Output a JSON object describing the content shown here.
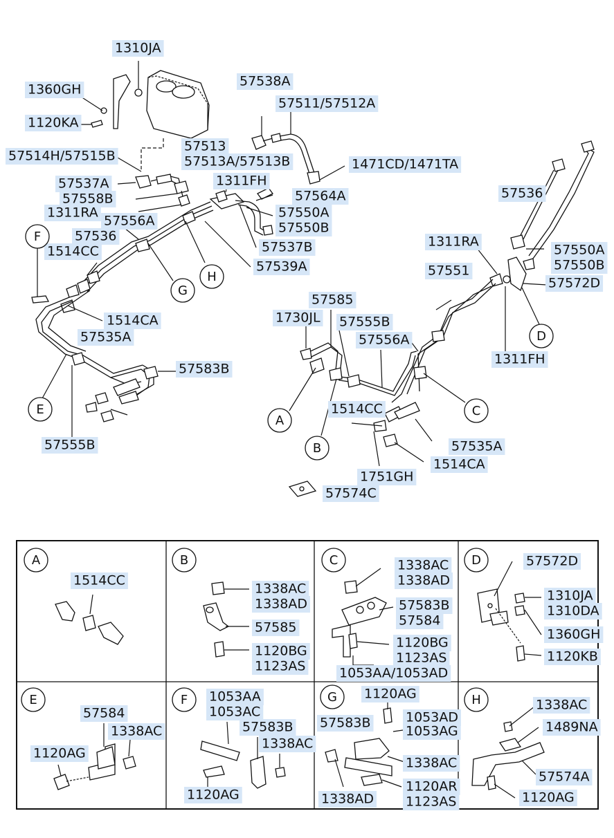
{
  "diagram": {
    "main_labels": [
      "1310JA",
      "1360GH",
      "1120KA",
      "57538A",
      "57511/57512A",
      "57513",
      "57513A/57513B",
      "57514H/57515B",
      "1471CD/1471TA",
      "57537A",
      "1311FH",
      "57558B",
      "57564A",
      "1311RA",
      "57550A",
      "57550B",
      "57556A",
      "57536",
      "57537B",
      "1514CC",
      "57539A",
      "1514CA",
      "57535A",
      "57583B",
      "57555B",
      "57536",
      "1311RA",
      "57550A",
      "57550B",
      "57572D",
      "57551",
      "57585",
      "1730JL",
      "57555B",
      "57556A",
      "1311FH",
      "1514CC",
      "57535A",
      "1514CA",
      "1751GH",
      "57574C"
    ],
    "main_callouts": [
      "F",
      "G",
      "H",
      "E",
      "D",
      "A",
      "B",
      "C"
    ],
    "detail_panels": [
      {
        "letter": "A",
        "labels": [
          "1514CC"
        ]
      },
      {
        "letter": "B",
        "labels": [
          "1338AC",
          "1338AD",
          "57585",
          "1120BG",
          "1123AS"
        ]
      },
      {
        "letter": "C",
        "labels": [
          "1338AC",
          "1338AD",
          "57583B",
          "57584",
          "1120BG",
          "1123AS",
          "1053AA/1053AD"
        ]
      },
      {
        "letter": "D",
        "labels": [
          "57572D",
          "1310JA",
          "1310DA",
          "1360GH",
          "1120KB"
        ]
      },
      {
        "letter": "E",
        "labels": [
          "57584",
          "1338AC",
          "1120AG"
        ]
      },
      {
        "letter": "F",
        "labels": [
          "1053AA",
          "1053AC",
          "57583B",
          "1338AC",
          "1120AG"
        ]
      },
      {
        "letter": "G",
        "labels": [
          "1120AG",
          "57583B",
          "1053AD",
          "1053AG",
          "1338AC",
          "1338AD",
          "1120AR",
          "1123AS"
        ]
      },
      {
        "letter": "H",
        "labels": [
          "1338AC",
          "1489NA",
          "57574A",
          "1120AG"
        ]
      }
    ]
  }
}
